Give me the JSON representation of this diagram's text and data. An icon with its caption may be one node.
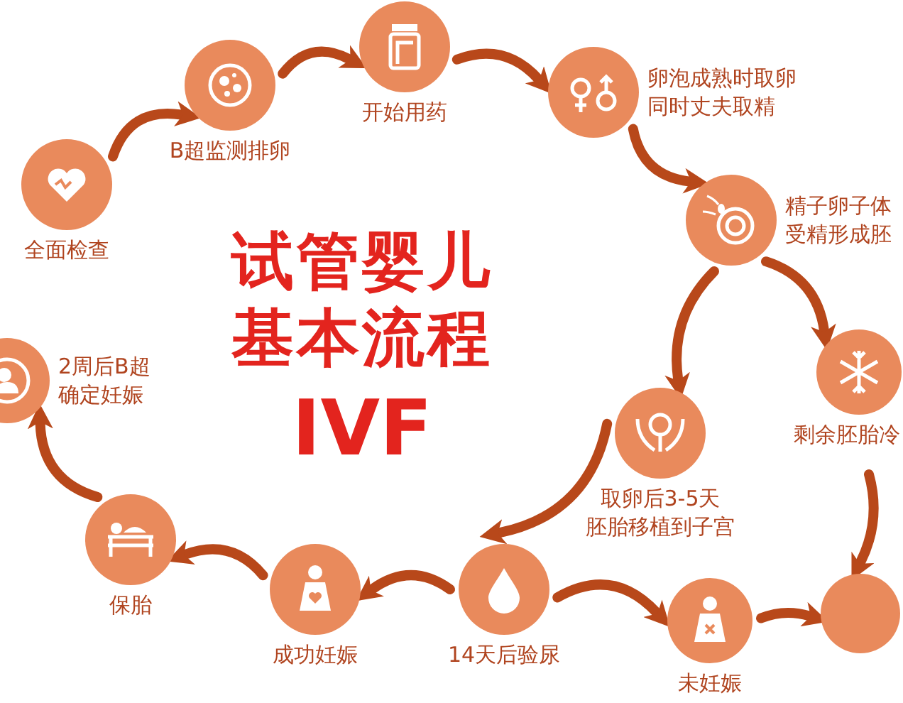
{
  "diagram": {
    "title": "试管婴儿基本流程",
    "nodes": [
      {
        "text": [
          "全面检查"
        ]
      },
      {
        "text": [
          "B超监测排卵"
        ]
      },
      {
        "text": [
          "开始用药"
        ]
      },
      {
        "text": [
          "卵泡成熟时取卵同时丈夫取精"
        ]
      },
      {
        "text": [
          "精子卵子体受精形成胚"
        ]
      },
      {
        "text": [
          "取卵后3-5天胚胎移植到子宫"
        ]
      },
      {
        "text": [
          "剩余胚胎冷"
        ]
      },
      {
        "text": [
          "14天后验尿"
        ]
      },
      {
        "text": [
          "未妊娠"
        ]
      },
      {
        "text": [],
        "shape": "circle"
      },
      {
        "text": [
          "成功妊娠"
        ]
      },
      {
        "text": [
          "保胎"
        ]
      },
      {
        "text": [
          "2周后B超确定妊娠"
        ]
      }
    ],
    "edges": [
      {
        "from": 0,
        "to": 1,
        "arrow": "to"
      },
      {
        "from": 1,
        "to": 2,
        "arrow": "to"
      },
      {
        "from": 2,
        "to": 3,
        "arrow": "to"
      },
      {
        "from": 3,
        "to": 4,
        "arrow": "to"
      },
      {
        "from": 4,
        "to": 5,
        "arrow": "to"
      },
      {
        "from": 4,
        "to": 6,
        "arrow": "to"
      },
      {
        "from": 5,
        "to": 7,
        "arrow": "to"
      },
      {
        "from": 7,
        "to": 8,
        "arrow": "to"
      },
      {
        "from": 8,
        "to": 9,
        "arrow": "to"
      },
      {
        "from": 6,
        "to": 9,
        "arrow": "to"
      },
      {
        "from": 7,
        "to": 10,
        "arrow": "to"
      },
      {
        "from": 10,
        "to": 11,
        "arrow": "to"
      },
      {
        "from": 11,
        "to": 12,
        "arrow": "to"
      }
    ],
    "labels": [
      "IVF"
    ]
  }
}
